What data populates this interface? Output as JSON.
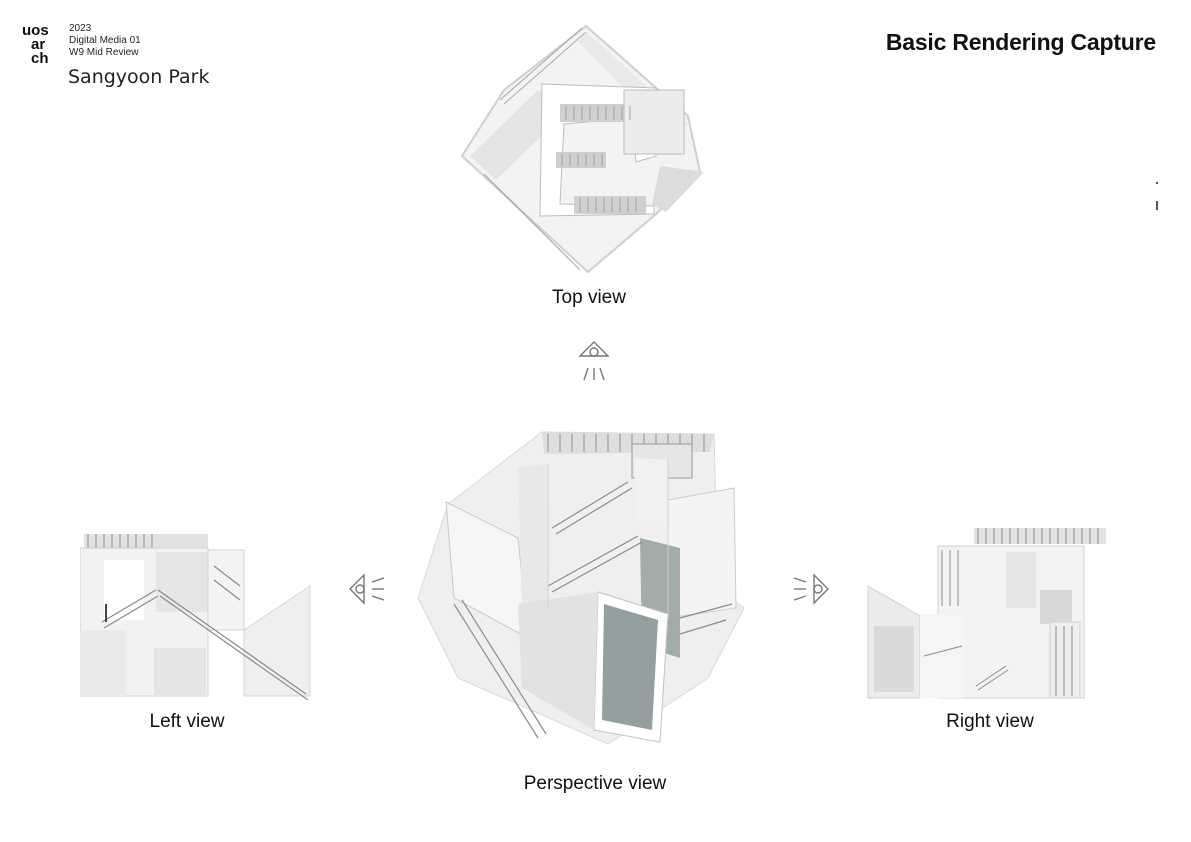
{
  "header": {
    "logo_text": "uos ar ch",
    "year": "2023",
    "course": "Digital Media 01",
    "review": "W9 Mid Review",
    "author": "Sangyoon Park",
    "title": "Basic Rendering Capture"
  },
  "views": {
    "top_label": "Top view",
    "left_label": "Left view",
    "right_label": "Right view",
    "perspective_label": "Perspective view"
  },
  "icons": {
    "top": "eye-looking-down-icon",
    "left": "eye-looking-left-icon",
    "right": "eye-looking-right-icon"
  },
  "colors": {
    "background": "#ffffff",
    "model_light": "#f2f2f2",
    "model_mid": "#d4d4d4",
    "model_dark": "#8f9a9a",
    "line": "#777777"
  }
}
